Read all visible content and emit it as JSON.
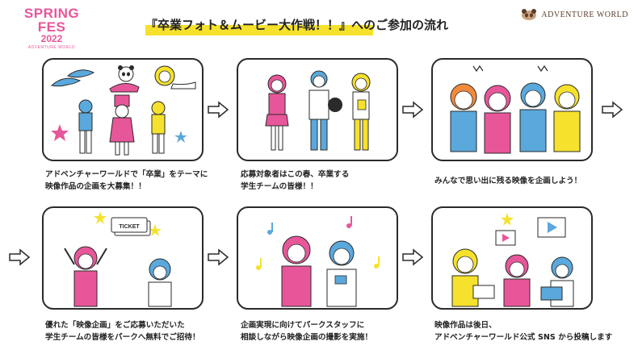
{
  "logo_left": {
    "line1": "SPRING FES",
    "line2": "2022",
    "line3": "ADVENTURE WORLD"
  },
  "title": "『卒業フォト＆ムービー大作戦！！』へのご参加の流れ",
  "logo_right": {
    "text": "ADVENTURE WORLD",
    "icon": "panda-icon"
  },
  "steps": [
    {
      "caption_line1": "アドベンチャーワールドで「卒業」をテーマに",
      "caption_line2": "映像作品の企画を大募集！！"
    },
    {
      "caption_line1": "応募対象者はこの春、卒業する",
      "caption_line2": "学生チームの皆様！！"
    },
    {
      "caption_line1": "みんなで思い出に残る映像を企画しよう！",
      "caption_line2": ""
    },
    {
      "caption_line1": "優れた「映像企画」をご応募いただいた",
      "caption_line2": "学生チームの皆様をパークへ無料でご招待！"
    },
    {
      "caption_line1": "企画実現に向けてパークスタッフに",
      "caption_line2": "相談しながら映像企画の撮影を実施！"
    },
    {
      "caption_line1": "映像作品は後日、",
      "caption_line2": "アドベンチャーワールド公式 SNS から投稿します"
    }
  ],
  "ticket_label": "TICKET",
  "colors": {
    "pink": "#e8569a",
    "yellow": "#f6e12c",
    "blue": "#5aa8dc",
    "orange": "#f08a3c",
    "dark": "#2a2a2a"
  }
}
